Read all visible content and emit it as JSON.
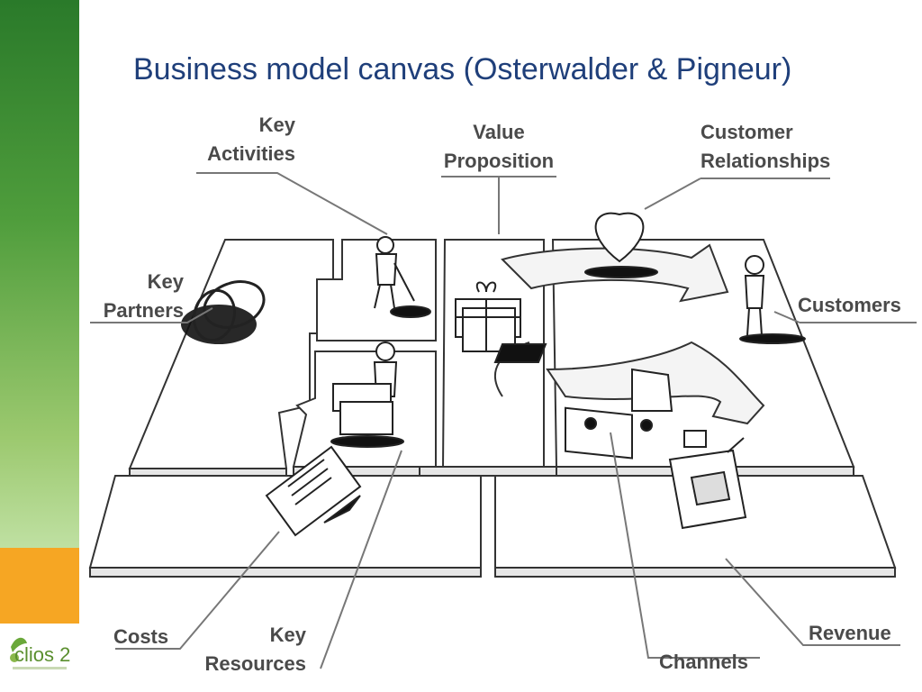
{
  "title": "Business model canvas (Osterwalder & Pigneur)",
  "logo": {
    "text": "clios 2"
  },
  "blocks": {
    "key_activities": [
      "Key",
      "Activities"
    ],
    "value_proposition": [
      "Value",
      "Proposition"
    ],
    "customer_relationships": [
      "Customer",
      "Relationships"
    ],
    "key_partners": [
      "Key",
      "Partners"
    ],
    "customers": [
      "Customers"
    ],
    "costs": [
      "Costs"
    ],
    "key_resources": [
      "Key",
      "Resources"
    ],
    "channels": [
      "Channels"
    ],
    "revenue": [
      "Revenue"
    ]
  },
  "colors": {
    "sidebar_green": "#3a8a32",
    "sidebar_orange": "#f6a623",
    "title": "#1f3f7a",
    "label": "#4a4a4a"
  },
  "icons": [
    "rings-icon",
    "digging-worker-icon",
    "gift-box-icon",
    "heart-icon",
    "person-icon",
    "factory-worker-icon",
    "delivery-truck-icon",
    "invoice-icon",
    "cash-register-icon"
  ]
}
